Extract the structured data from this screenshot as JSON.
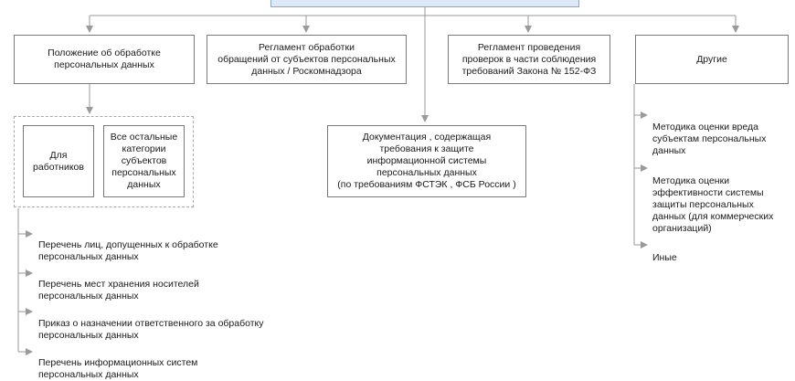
{
  "root": {
    "label": ""
  },
  "categories": [
    {
      "label": "Положение об обработке\nперсональных данных"
    },
    {
      "label": "Регламент обработки\nобращений от субъектов персональных\nданных / Роскомнадзора"
    },
    {
      "label": "Регламент проведения\nпроверок в части соблюдения\nтребований Закона № 152-ФЗ"
    },
    {
      "label": "Другие"
    }
  ],
  "subgroups": [
    {
      "label": "Для\nработников"
    },
    {
      "label": "Все остальные\nкатегории\nсубъектов\nперсональных\nданных"
    }
  ],
  "documentation": {
    "label": "Документация , содержащая\nтребования к защите\nинформационной системы\nперсональных данных\n(по требованиям ФСТЭК , ФСБ России )"
  },
  "left_list": [
    "Перечень лиц, допущенных к обработке\nперсональных данных",
    "Перечень мест хранения носителей\nперсональных данных",
    "Приказ о назначении ответственного за обработку\nперсональных данных",
    "Перечень информационных систем\nперсональных данных"
  ],
  "right_list": [
    "Методика оценки вреда\nсубъектам персональных\nданных",
    "Методика оценки\nэффективности системы\nзащиты персональных\nданных (для коммерческих\nорганизаций)",
    "Иные"
  ],
  "colors": {
    "line": "#9a9a9a",
    "arrow": "#9a9a9a",
    "root_fill": "#dde9f6"
  }
}
